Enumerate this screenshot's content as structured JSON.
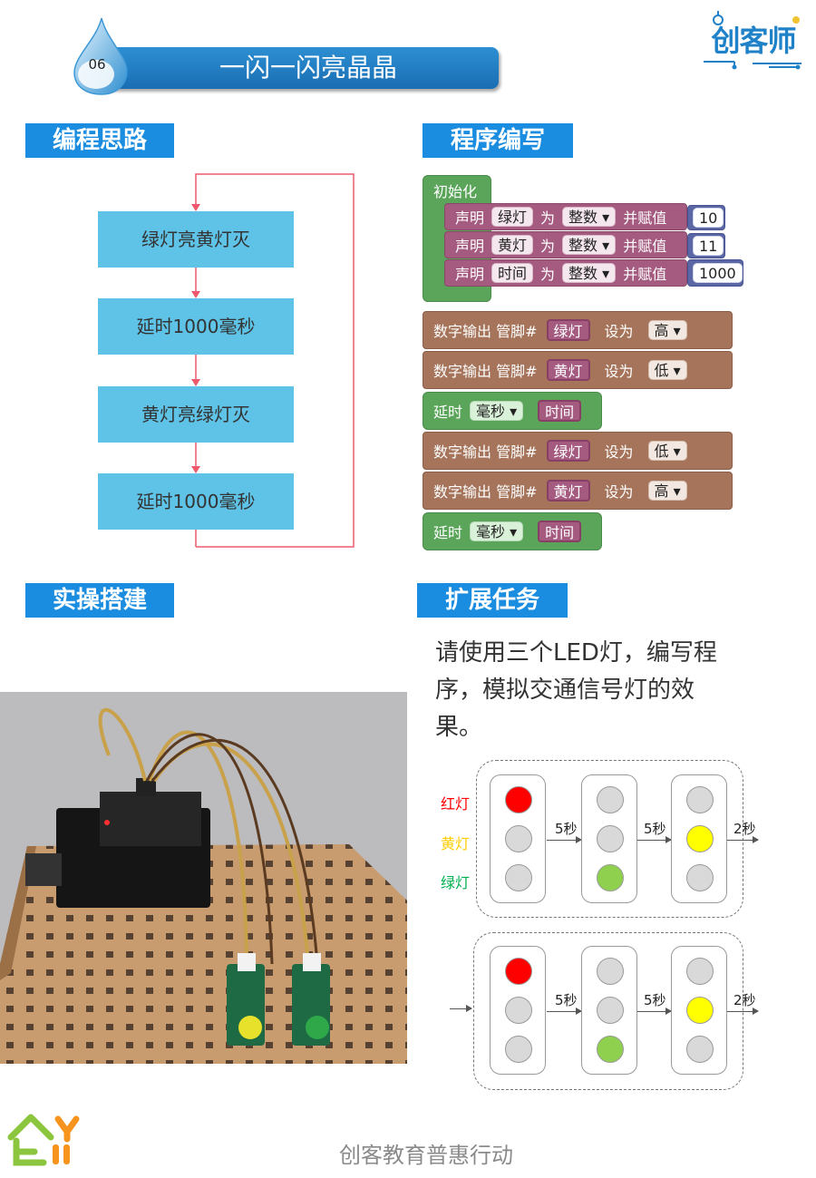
{
  "header": {
    "number": "06",
    "title": "一闪一闪亮晶晶",
    "logo_text": "创客师"
  },
  "sections": {
    "idea": "编程思路",
    "code": "程序编写",
    "build": "实操搭建",
    "extend": "扩展任务"
  },
  "flowchart": {
    "steps": [
      "绿灯亮黄灯灭",
      "延时1000毫秒",
      "黄灯亮绿灯灭",
      "延时1000毫秒"
    ]
  },
  "blocks": {
    "init_label": "初始化",
    "declare": "声明",
    "as": "为",
    "assign": "并赋值",
    "type": "整数",
    "vars": [
      {
        "name": "绿灯",
        "value": "10"
      },
      {
        "name": "黄灯",
        "value": "11"
      },
      {
        "name": "时间",
        "value": "1000"
      }
    ],
    "digital_out": "数字输出 管脚#",
    "set_to": "设为",
    "delay": "延时",
    "ms": "毫秒",
    "steps": [
      {
        "kind": "out",
        "pin": "绿灯",
        "level": "高"
      },
      {
        "kind": "out",
        "pin": "黄灯",
        "level": "低"
      },
      {
        "kind": "delay",
        "var": "时间"
      },
      {
        "kind": "out",
        "pin": "绿灯",
        "level": "低"
      },
      {
        "kind": "out",
        "pin": "黄灯",
        "level": "高"
      },
      {
        "kind": "delay",
        "var": "时间"
      }
    ]
  },
  "extend": {
    "text": "请使用三个LED灯，编写程序，模拟交通信号灯的效果。"
  },
  "traffic": {
    "labels": {
      "red": "红灯",
      "yellow": "黄灯",
      "green": "绿灯"
    },
    "t1": "5秒",
    "t2": "5秒",
    "t3": "2秒",
    "colors": {
      "red": "#ff0000",
      "yellow": "#ffff00",
      "green": "#8fd14f",
      "off": "#d9d9d9"
    }
  },
  "footer": {
    "text": "创客教育普惠行动"
  }
}
